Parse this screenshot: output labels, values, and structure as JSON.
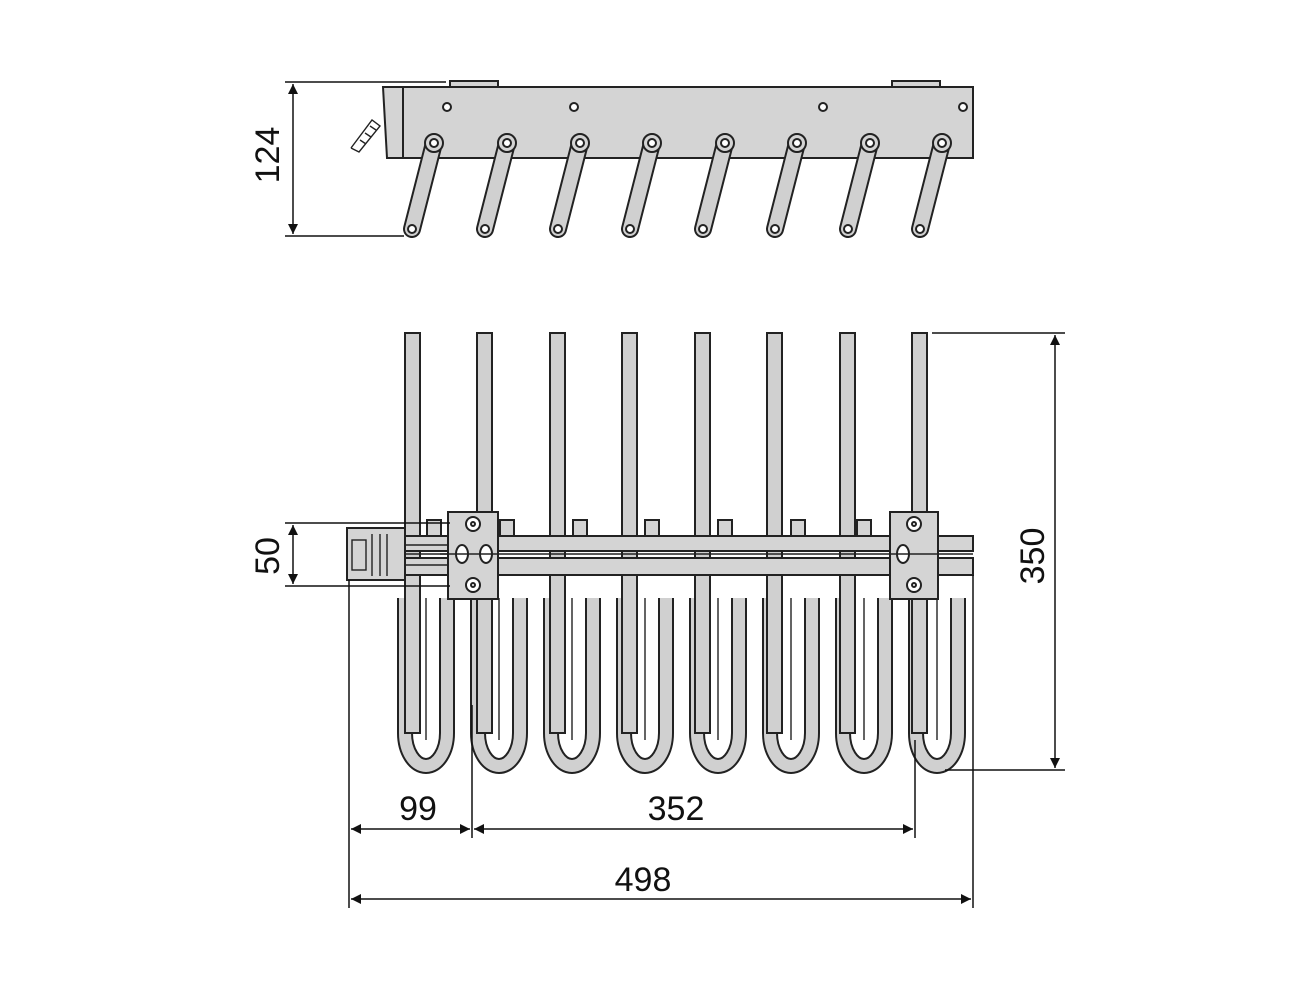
{
  "dimensions": {
    "height_side": "124",
    "bracket_height": "50",
    "depth": "350",
    "offset_left": "99",
    "hanger_span": "352",
    "total_width": "498"
  },
  "colors": {
    "line": "#222222",
    "fill": "#d4d4d4",
    "background": "#ffffff"
  }
}
